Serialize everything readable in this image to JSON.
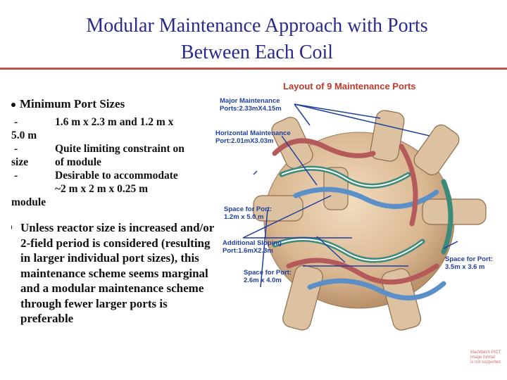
{
  "slide": {
    "title_line1": "Modular Maintenance Approach with Ports",
    "title_line2": "Between Each Coil"
  },
  "bullets": {
    "b1_head": "Minimum Port Sizes",
    "b1_sub": [
      {
        "dash": "-",
        "text": "1.6 m x 2.3 m and 1.2 m x"
      },
      {
        "dash": "5.0 m",
        "text": ""
      },
      {
        "dash": "-",
        "text": "Quite limiting constraint on"
      },
      {
        "dash": "size",
        "text": "of module"
      },
      {
        "dash": "-",
        "text": "Desirable to accommodate"
      },
      {
        "dash": "",
        "text": "~2 m x 2 m x 0.25 m"
      },
      {
        "dash": "module",
        "text": ""
      }
    ],
    "b2_text": "Unless reactor size is increased and/or 2-field period is considered (resulting in larger individual port sizes), this maintenance scheme seems marginal and a modular maintenance scheme through fewer larger ports is preferable"
  },
  "figure": {
    "title": "Layout of 9 Maintenance Ports",
    "labels": {
      "major_1": "Major Maintenance",
      "major_2": "Ports:2.33mX4.15m",
      "horiz_1": "Horizontal Maintenance",
      "horiz_2": "Port:2.01mX3.03m",
      "space1_1": "Space for Port:",
      "space1_2": "1.2m x 5.0 m",
      "slope_1": "Additional Sloping",
      "slope_2": "Port:1.6mX2.3m",
      "space2_1": "Space for Port:",
      "space2_2": "2.6m x 4.0m",
      "space3_1": "Space for Port:",
      "space3_2": "3.5m x 3.6 m"
    },
    "watermark": [
      "MacWatch PICT",
      "image format",
      "is not supported"
    ]
  },
  "colors": {
    "title": "#2a2a8c",
    "rule": "#c0504d",
    "label": "#1f3fa0",
    "figure_title": "#c0392b"
  }
}
